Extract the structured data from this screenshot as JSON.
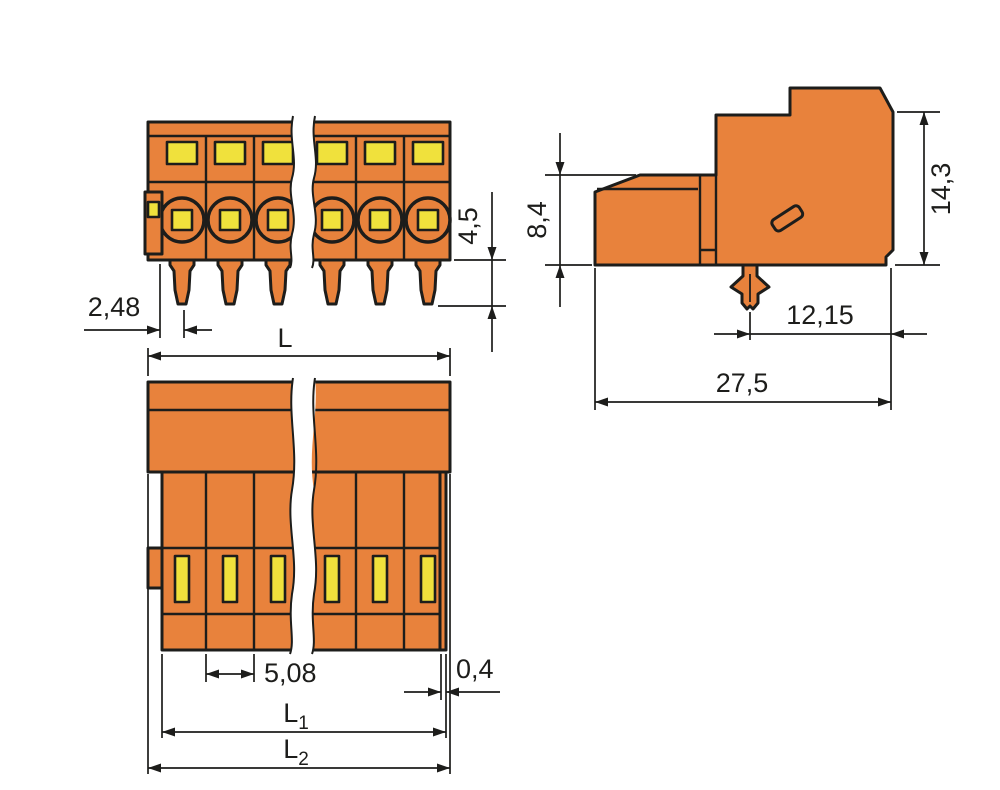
{
  "drawing": {
    "dims": {
      "pin_offset": "2,48",
      "pin_length": "4,5",
      "front_height": "8,4",
      "total_height": "14,3",
      "foot_to_edge": "12,15",
      "total_depth": "27,5",
      "total_length": "L",
      "pitch": "5,08",
      "wall_thickness": "0,4",
      "l1": "L",
      "l1_sub": "1",
      "l2": "L",
      "l2_sub": "2"
    },
    "colors": {
      "body": "#E8823C",
      "accent": "#F0E13C",
      "line": "#1D1D1B",
      "background": "#FFFFFF"
    }
  }
}
